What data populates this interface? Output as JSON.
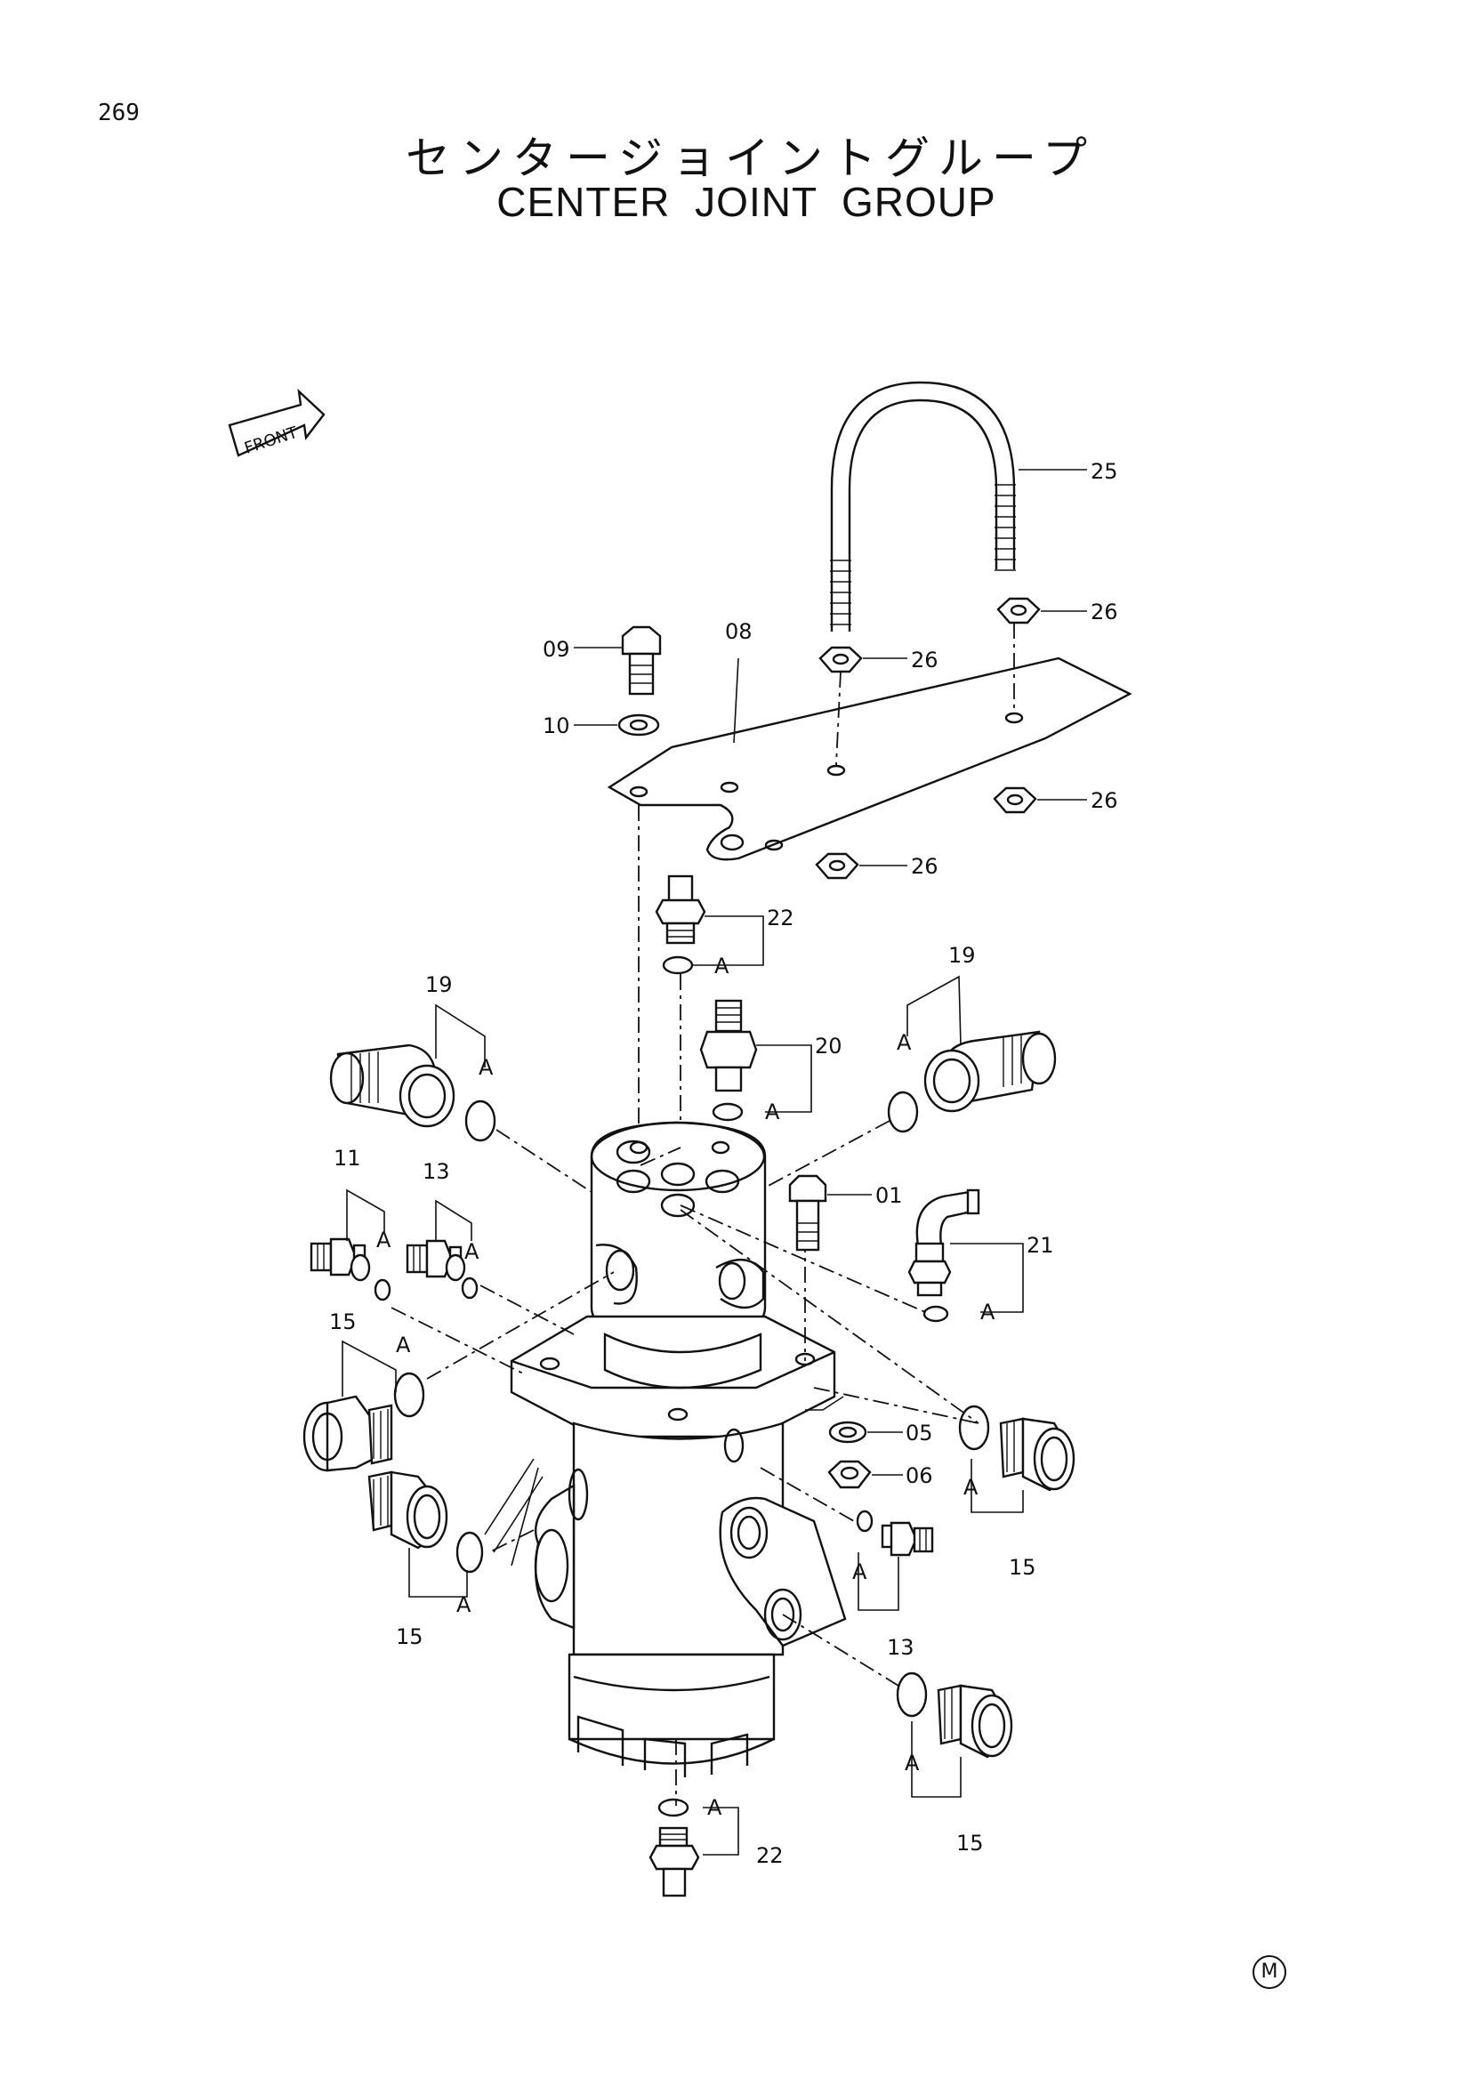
{
  "page_number": "269",
  "title_jp": "センタージョイントグループ",
  "title_en": "CENTER JOINT GROUP",
  "front_label": "FRONT",
  "footer_mark": "M",
  "callouts": [
    {
      "id": "c25",
      "label": "25"
    },
    {
      "id": "c26a",
      "label": "26"
    },
    {
      "id": "c26b",
      "label": "26"
    },
    {
      "id": "c26c",
      "label": "26"
    },
    {
      "id": "c26d",
      "label": "26"
    },
    {
      "id": "c09",
      "label": "09"
    },
    {
      "id": "c08",
      "label": "08"
    },
    {
      "id": "c10",
      "label": "10"
    },
    {
      "id": "c22a",
      "label": "22"
    },
    {
      "id": "c19a",
      "label": "19"
    },
    {
      "id": "c19b",
      "label": "19"
    },
    {
      "id": "c20",
      "label": "20"
    },
    {
      "id": "c01",
      "label": "01"
    },
    {
      "id": "c21",
      "label": "21"
    },
    {
      "id": "c11",
      "label": "11"
    },
    {
      "id": "c13a",
      "label": "13"
    },
    {
      "id": "c15a",
      "label": "15"
    },
    {
      "id": "c05",
      "label": "05"
    },
    {
      "id": "c06",
      "label": "06"
    },
    {
      "id": "c15b",
      "label": "15"
    },
    {
      "id": "c15c",
      "label": "15"
    },
    {
      "id": "c13b",
      "label": "13"
    },
    {
      "id": "c15d",
      "label": "15"
    },
    {
      "id": "c22b",
      "label": "22"
    }
  ],
  "a_mark": "A"
}
